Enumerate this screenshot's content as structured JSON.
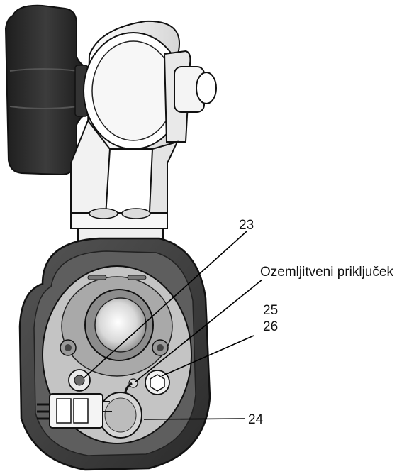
{
  "figure": {
    "callouts": [
      {
        "id": "23",
        "label": "23"
      },
      {
        "id": "ground",
        "label": "Ozemljitveni priključek"
      },
      {
        "id": "25",
        "label": "25"
      },
      {
        "id": "26",
        "label": "26"
      },
      {
        "id": "24",
        "label": "24"
      }
    ]
  },
  "colors": {
    "knob": "#2b2b2b",
    "bracket": "#f2f2f2",
    "housing": "#3a3a3a",
    "housing_inner": "#6b6b6b",
    "face": "#bdbdbd",
    "outline": "#111111"
  }
}
